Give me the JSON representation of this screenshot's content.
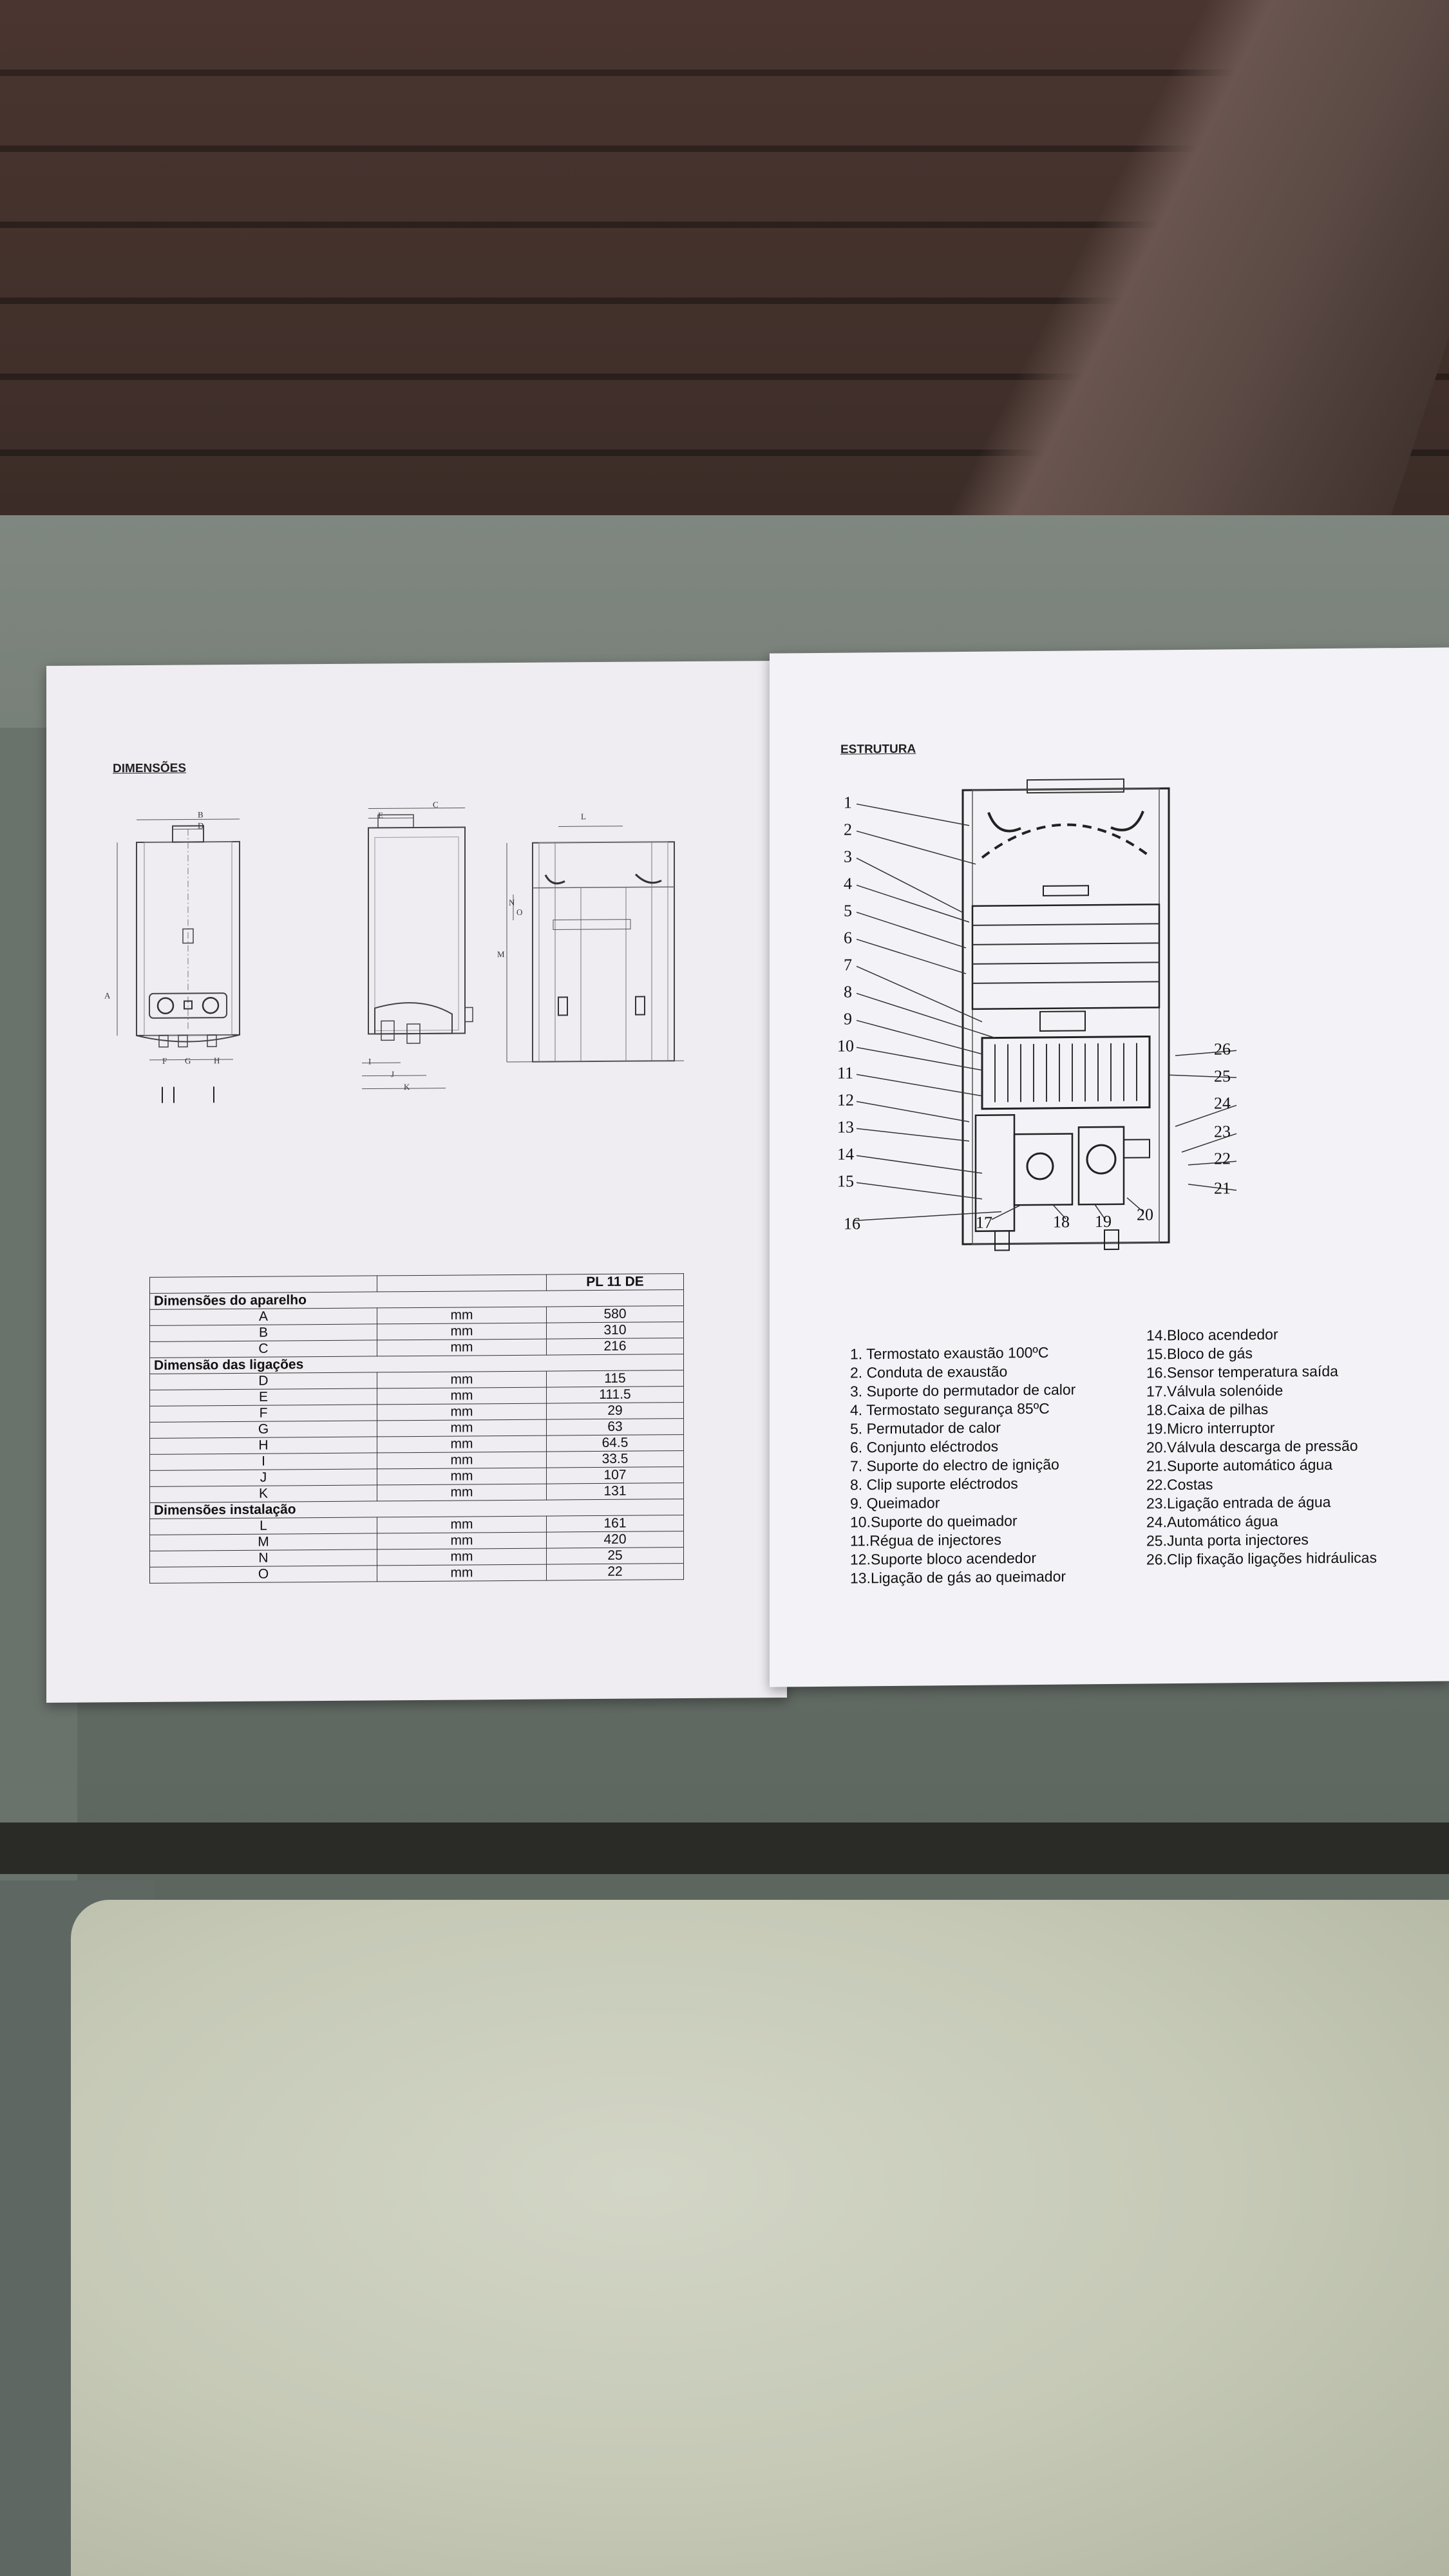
{
  "left_page": {
    "section_title": "DIMENSÕES",
    "front_labels": [
      "B",
      "D",
      "A",
      "F",
      "G",
      "H"
    ],
    "side_labels": [
      "C",
      "E",
      "I",
      "J",
      "K"
    ],
    "back_labels": [
      "L",
      "N",
      "O",
      "M"
    ],
    "table": {
      "header_model": "PL 11 DE",
      "groups": [
        {
          "title": "Dimensões do aparelho",
          "rows": [
            {
              "key": "A",
              "unit": "mm",
              "value": "580"
            },
            {
              "key": "B",
              "unit": "mm",
              "value": "310"
            },
            {
              "key": "C",
              "unit": "mm",
              "value": "216"
            }
          ]
        },
        {
          "title": "Dimensão das ligações",
          "rows": [
            {
              "key": "D",
              "unit": "mm",
              "value": "115"
            },
            {
              "key": "E",
              "unit": "mm",
              "value": "111.5"
            },
            {
              "key": "F",
              "unit": "mm",
              "value": "29"
            },
            {
              "key": "G",
              "unit": "mm",
              "value": "63"
            },
            {
              "key": "H",
              "unit": "mm",
              "value": "64.5"
            },
            {
              "key": "I",
              "unit": "mm",
              "value": "33.5"
            },
            {
              "key": "J",
              "unit": "mm",
              "value": "107"
            },
            {
              "key": "K",
              "unit": "mm",
              "value": "131"
            }
          ]
        },
        {
          "title": "Dimensões instalação",
          "rows": [
            {
              "key": "L",
              "unit": "mm",
              "value": "161"
            },
            {
              "key": "M",
              "unit": "mm",
              "value": "420"
            },
            {
              "key": "N",
              "unit": "mm",
              "value": "25"
            },
            {
              "key": "O",
              "unit": "mm",
              "value": "22"
            }
          ]
        }
      ]
    }
  },
  "right_page": {
    "section_title": "ESTRUTURA",
    "callouts_left": [
      "1",
      "2",
      "3",
      "4",
      "5",
      "6",
      "7",
      "8",
      "9",
      "10",
      "11",
      "12",
      "13",
      "14",
      "15"
    ],
    "callouts_bottom": [
      "16",
      "17",
      "18",
      "19",
      "20"
    ],
    "callouts_right": [
      "26",
      "25",
      "24",
      "23",
      "22",
      "21"
    ],
    "legend_col1": [
      "1.  Termostato exaustão 100ºC",
      "2.  Conduta de exaustão",
      "3.  Suporte do permutador de calor",
      "4.  Termostato segurança 85ºC",
      "5.  Permutador de calor",
      "6.  Conjunto eléctrodos",
      "7.  Suporte do electro de ignição",
      "8.  Clip suporte eléctrodos",
      "9.  Queimador",
      "10.Suporte do queimador",
      "11.Régua de injectores",
      "12.Suporte bloco acendedor",
      "13.Ligação de gás ao queimador"
    ],
    "legend_col2": [
      "14.Bloco acendedor",
      "15.Bloco de gás",
      "16.Sensor temperatura saída",
      "17.Válvula solenóide",
      "18.Caixa de pilhas",
      "19.Micro interruptor",
      "20.Válvula descarga de pressão",
      "21.Suporte automático água",
      "22.Costas",
      "23.Ligação entrada de água",
      "24.Automático água",
      "25.Junta porta injectores",
      "26.Clip fixação ligações hidráulicas"
    ]
  }
}
